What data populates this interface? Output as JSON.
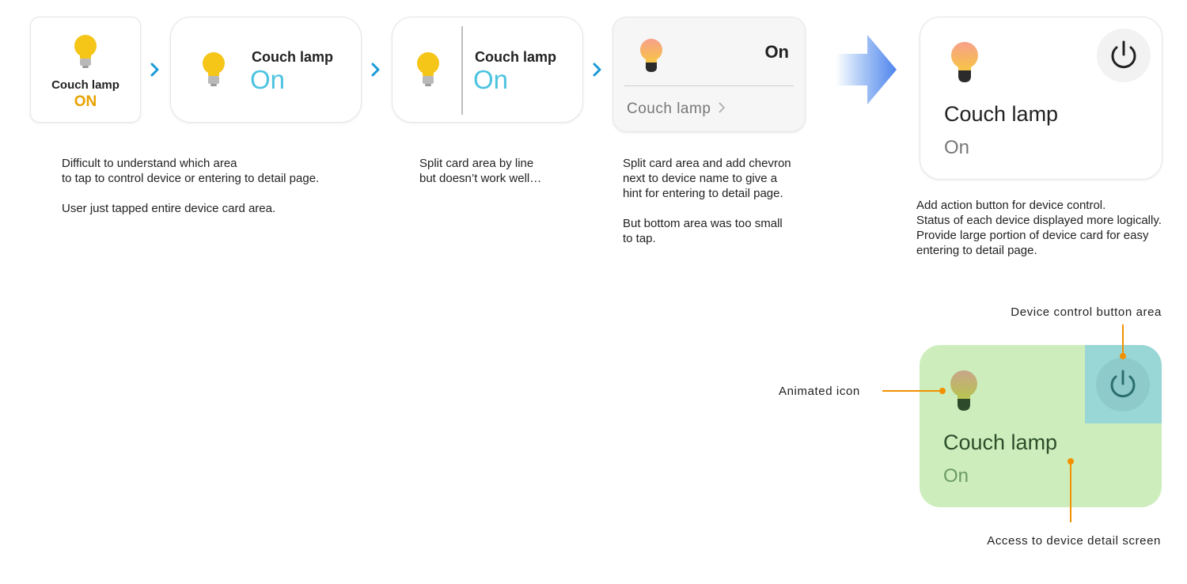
{
  "step1": {
    "name": "Couch lamp",
    "status": "ON",
    "status_color": "#e8a200"
  },
  "step2": {
    "name": "Couch lamp",
    "status": "On",
    "status_color": "#4cc3e0"
  },
  "step3": {
    "name": "Couch lamp",
    "status": "On",
    "status_color": "#4cc3e0"
  },
  "step4": {
    "status": "On",
    "name": "Couch lamp"
  },
  "final": {
    "name": "Couch lamp",
    "status": "On"
  },
  "detail": {
    "name": "Couch lamp",
    "status": "On"
  },
  "captions": {
    "c1_l1": "Difficult to understand which area",
    "c1_l2": "to tap to control device or entering to detail page.",
    "c1_l3": "User just tapped entire device card area.",
    "c2_l1": "Split card area by line",
    "c2_l2": "but doesn’t work well…",
    "c3_l1": "Split card area and add chevron",
    "c3_l2": "next to device name to give a",
    "c3_l3": "hint for entering to detail page.",
    "c3_l4": "But bottom area was too small",
    "c3_l5": "to tap.",
    "c4_l1": "Add action button for device control.",
    "c4_l2": "Status of each device displayed more logically.",
    "c4_l3": "Provide large portion of device card for easy",
    "c4_l4": "entering to detail page."
  },
  "annotations": {
    "control_area": "Device control button area",
    "animated_icon": "Animated icon",
    "detail_access": "Access to device detail screen"
  },
  "colors": {
    "chevron": "#1a9ad6",
    "bulb_yellow": "#f5c518",
    "detail_area": "#cdeebc",
    "control_area": "#99d6d6",
    "annotation_line": "#f29100",
    "big_arrow": "#5b8cf0"
  },
  "icons": [
    "lightbulb-icon",
    "chevron-right-icon",
    "power-icon",
    "arrow-right-icon"
  ]
}
